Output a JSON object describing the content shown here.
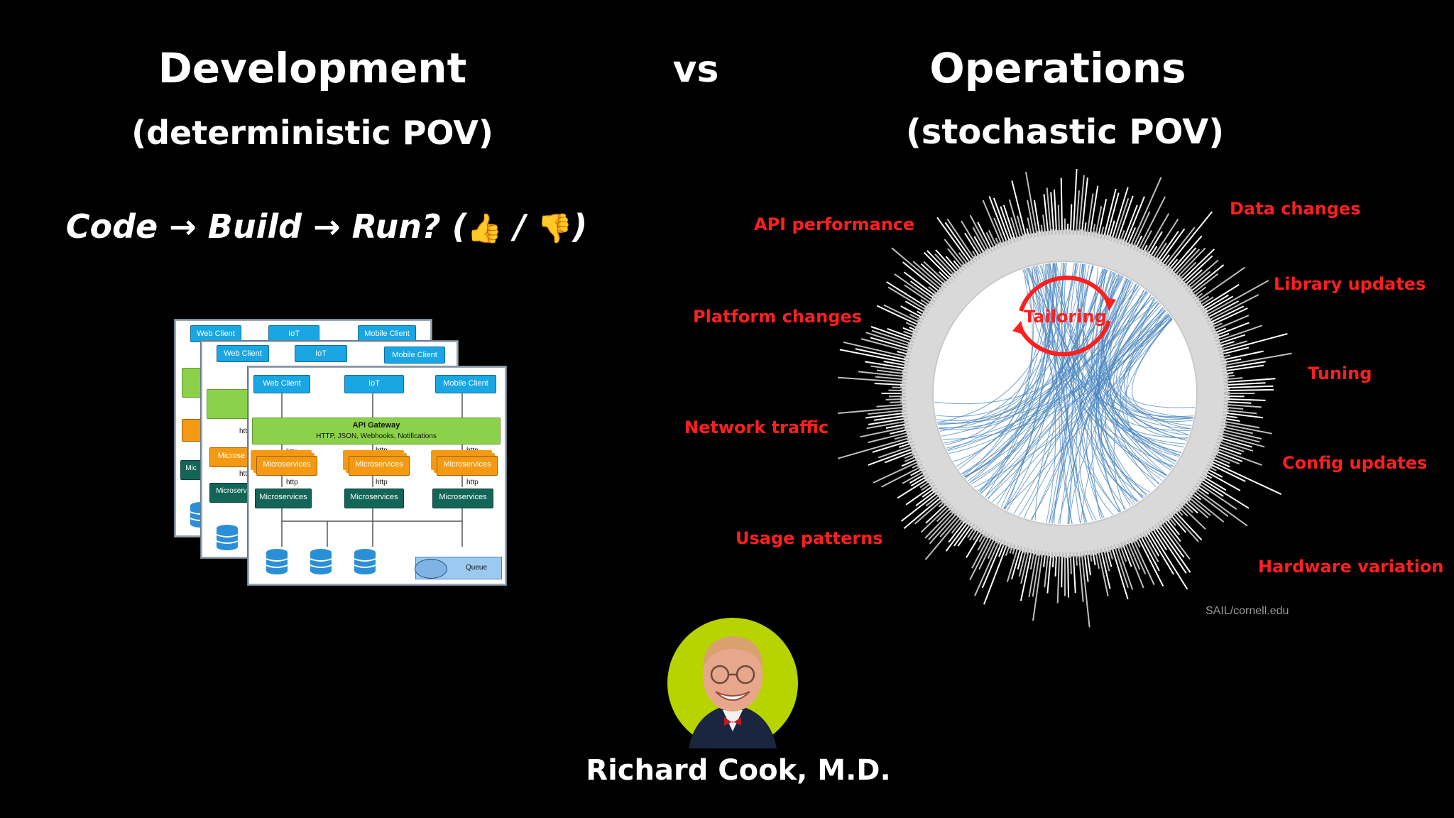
{
  "header": {
    "development_title": "Development",
    "development_subtitle": "(deterministic POV)",
    "vs": "vs",
    "operations_title": "Operations",
    "operations_subtitle": "(stochastic POV)"
  },
  "pipeline": {
    "code": "Code",
    "arrow1": "→",
    "build": "Build",
    "arrow2": "→",
    "run": "Run?",
    "open": "(",
    "thumbs_up": "👍",
    "slash": "/",
    "thumbs_down": "👎",
    "close": ")"
  },
  "architecture": {
    "web_client": "Web Client",
    "iot": "IoT",
    "mobile_client": "Mobile Client",
    "api_gateway": "API Gateway",
    "api_gateway_protocols": "HTTP, JSON, Webhooks, Notifications",
    "http": "http",
    "microservices": "Microservices",
    "microservices_short": "Microse",
    "microservices_short2": "Microserv",
    "mi": "Mic",
    "queue": "Queue"
  },
  "operations": {
    "tailoring": "Tailoring",
    "credit": "SAIL/cornell.edu",
    "labels": {
      "api_performance": "API performance",
      "platform_changes": "Platform changes",
      "network_traffic": "Network traffic",
      "usage_patterns": "Usage patterns",
      "data_changes": "Data changes",
      "library_updates": "Library updates",
      "tuning": "Tuning",
      "config_updates": "Config updates",
      "hardware_variation": "Hardware variation"
    }
  },
  "person": {
    "name": "Richard Cook, M.D."
  },
  "colors": {
    "background": "#000000",
    "accent_red": "#ff1f1f",
    "chord_blue": "#4a86bf",
    "portrait_ring": "#b8d400"
  }
}
